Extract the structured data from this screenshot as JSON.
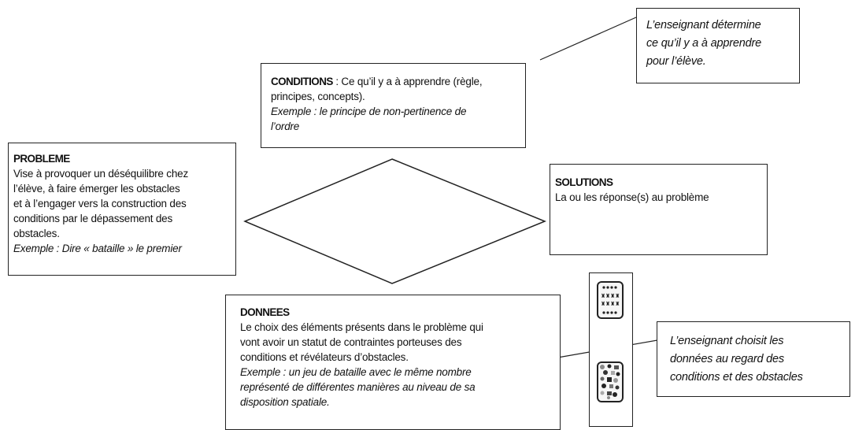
{
  "teacher_note_top": {
    "line1": "L’enseignant détermine",
    "line2": "ce qu’il y a à apprendre",
    "line3": "pour l’élève."
  },
  "conditions": {
    "title": "CONDITIONS",
    "text1": " : Ce qu’il y a à apprendre (règle,",
    "text2": "principes, concepts).",
    "example1": "Exemple : le principe de non-pertinence de",
    "example2": "l’ordre"
  },
  "probleme": {
    "title": "PROBLEME",
    "line1": "Vise à provoquer un déséquilibre chez",
    "line2": "l’élève, à faire émerger les obstacles",
    "line3": "et à l’engager vers la construction des",
    "line4": "conditions par le dépassement des",
    "line5": "obstacles.",
    "example": "Exemple : Dire « bataille » le premier"
  },
  "solutions": {
    "title": "SOLUTIONS",
    "text": "La ou les réponse(s) au problème"
  },
  "donnees": {
    "title": "DONNEES",
    "line1": "Le choix des éléments présents dans le problème qui",
    "line2": "vont avoir un statut de contraintes porteuses des",
    "line3": "conditions et révélateurs  d’obstacles.",
    "example1": "Exemple : un jeu de bataille avec le même nombre",
    "example2": "représenté de différentes manières au niveau de sa",
    "example3": "disposition spatiale."
  },
  "teacher_note_bottom": {
    "line1": "L’enseignant choisit les",
    "line2": "données au regard des",
    "line3": "conditions et des obstacles"
  }
}
